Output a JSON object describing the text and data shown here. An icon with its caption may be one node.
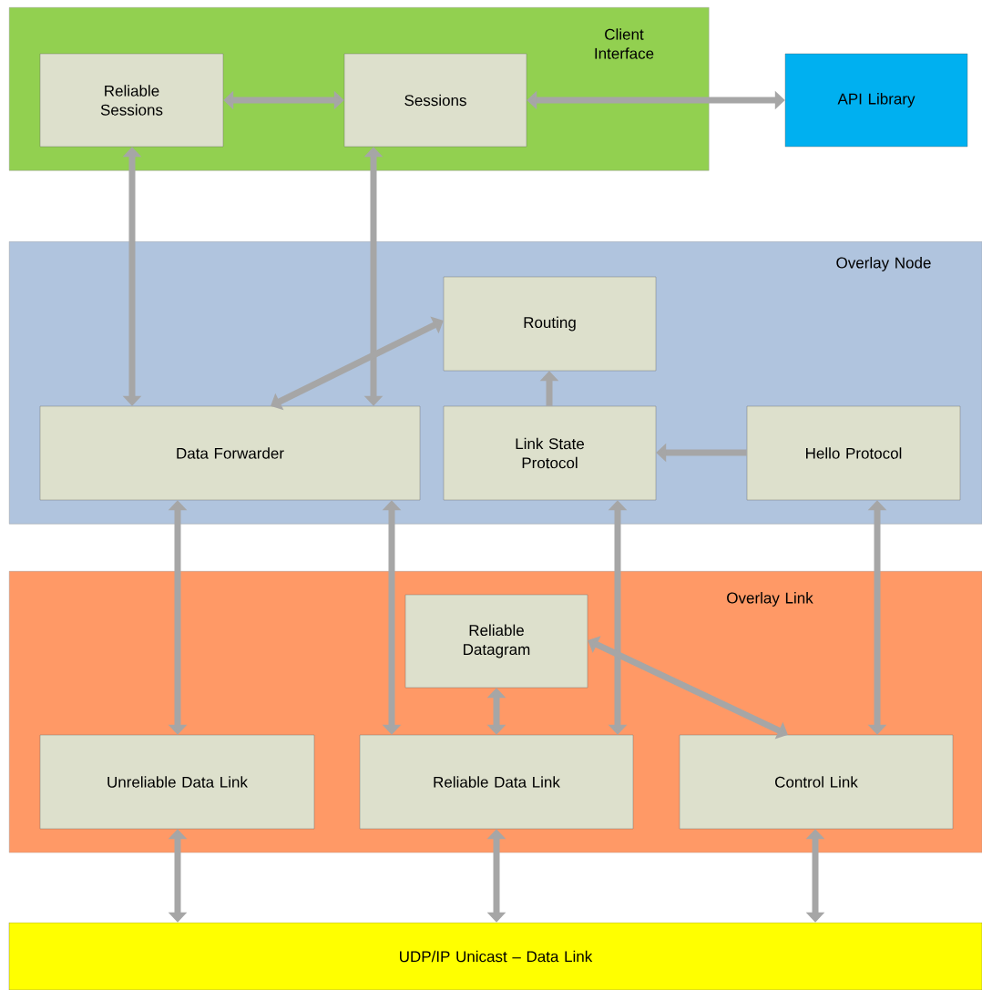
{
  "diagram": {
    "nodes": [
      {
        "text": [
          "Client Interface"
        ]
      },
      {
        "text": [
          "Reliable Sessions"
        ],
        "in": 0
      },
      {
        "text": [
          "Sessions"
        ],
        "in": 0
      },
      {
        "text": [
          "API Library"
        ]
      },
      {
        "text": [
          "Overlay Node"
        ]
      },
      {
        "text": [
          "Routing"
        ],
        "in": 4
      },
      {
        "text": [
          "Data Forwarder"
        ],
        "in": 4
      },
      {
        "text": [
          "Link State Protocol"
        ],
        "in": 4
      },
      {
        "text": [
          "Hello Protocol"
        ],
        "in": 4
      },
      {
        "text": [
          "Overlay Link"
        ]
      },
      {
        "text": [
          "Reliable Datagram"
        ],
        "in": 9
      },
      {
        "text": [
          "Unreliable Data Link"
        ],
        "in": 9
      },
      {
        "text": [
          "Reliable Data Link"
        ],
        "in": 9
      },
      {
        "text": [
          "Control Link"
        ],
        "in": 9
      },
      {
        "text": [
          "UDP/IP Unicast – Data Link"
        ]
      }
    ],
    "edges": [
      {
        "from": 1,
        "to": 2,
        "arrow": "both"
      },
      {
        "from": 2,
        "to": 3,
        "arrow": "both"
      },
      {
        "from": 1,
        "to": 6,
        "arrow": "both"
      },
      {
        "from": 2,
        "to": 6,
        "arrow": "both"
      },
      {
        "from": 6,
        "to": 5,
        "arrow": "both"
      },
      {
        "from": 7,
        "to": 5,
        "arrow": "to"
      },
      {
        "from": 8,
        "to": 7,
        "arrow": "to"
      },
      {
        "from": 6,
        "to": 11,
        "arrow": "both"
      },
      {
        "from": 6,
        "to": 12,
        "arrow": "both"
      },
      {
        "from": 7,
        "to": 12,
        "arrow": "both"
      },
      {
        "from": 8,
        "to": 13,
        "arrow": "both"
      },
      {
        "from": 12,
        "to": 10,
        "arrow": "both"
      },
      {
        "from": 13,
        "to": 10,
        "arrow": "both"
      },
      {
        "from": 11,
        "to": 14,
        "arrow": "both"
      },
      {
        "from": 12,
        "to": 14,
        "arrow": "both"
      },
      {
        "from": 13,
        "to": 14,
        "arrow": "both"
      }
    ]
  }
}
